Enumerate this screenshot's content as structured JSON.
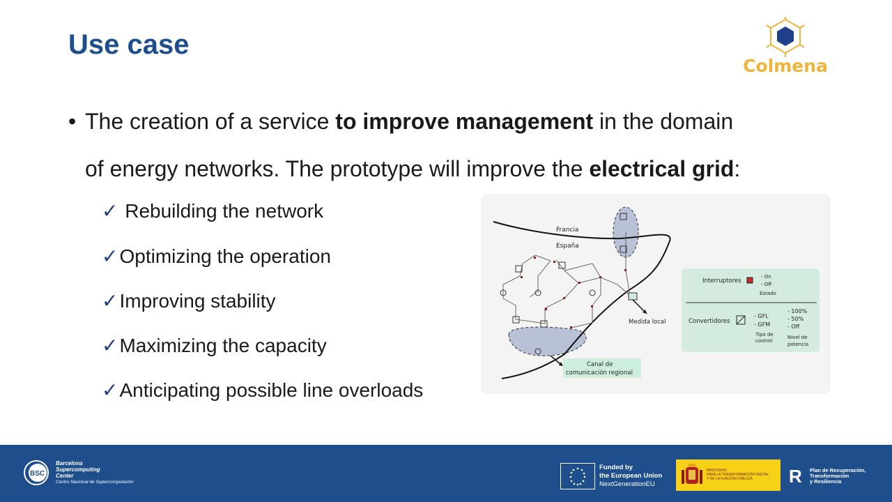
{
  "slide": {
    "title": "Use case",
    "logo_text": "Colmena"
  },
  "bullet": {
    "marker": "•",
    "line1_pre": "The creation of a service ",
    "line1_bold": "to improve management",
    "line1_post": " in the domain",
    "line2_pre": "of energy networks. The prototype will improve the ",
    "line2_bold": "electrical grid",
    "line2_post": ":"
  },
  "checklist": {
    "mark": "✓",
    "items": [
      " Rebuilding the network",
      "Optimizing the operation",
      "Improving stability",
      "Maximizing the capacity",
      "Anticipating possible line overloads"
    ]
  },
  "diagram": {
    "francia": "Francia",
    "espana": "España",
    "medida_local": "Medida local",
    "canal_line1": "Canal de",
    "canal_line2": "comunicación regional",
    "interruptores": "Interruptores",
    "on": "- On",
    "off": "- Off",
    "estado": "Estado",
    "convertidores": "Convertidores",
    "gfl": "- GFL",
    "gfm": "- GFM",
    "tipo1": "Tipo de",
    "tipo2": "control",
    "p100": "- 100%",
    "p50": "- 50%",
    "poff": "- Off",
    "nivel1": "Nivel de",
    "nivel2": "potencia"
  },
  "footer": {
    "bsc_badge": "BSC",
    "bsc_line1": "Barcelona",
    "bsc_line2": "Supercomputing",
    "bsc_line3": "Center",
    "bsc_line4": "Centro Nacional de Supercomputación",
    "eu_line1": "Funded by",
    "eu_line2": "the European Union",
    "eu_line3": "NextGenerationEU",
    "min_line1": "MINISTERIO",
    "min_line2": "PARA LA TRANSFORMACIÓN DIGITAL",
    "min_line3": "Y DE LA FUNCIÓN PÚBLICA",
    "prtr_mark": "R",
    "prtr_line1": "Plan de Recuperación,",
    "prtr_line2": "Transformación",
    "prtr_line3": "y Resiliencia"
  },
  "colors": {
    "title": "#1f4e8c",
    "footer": "#1f4e8c",
    "logo": "#f0b43a",
    "legend_bg": "#d4ecdf"
  }
}
